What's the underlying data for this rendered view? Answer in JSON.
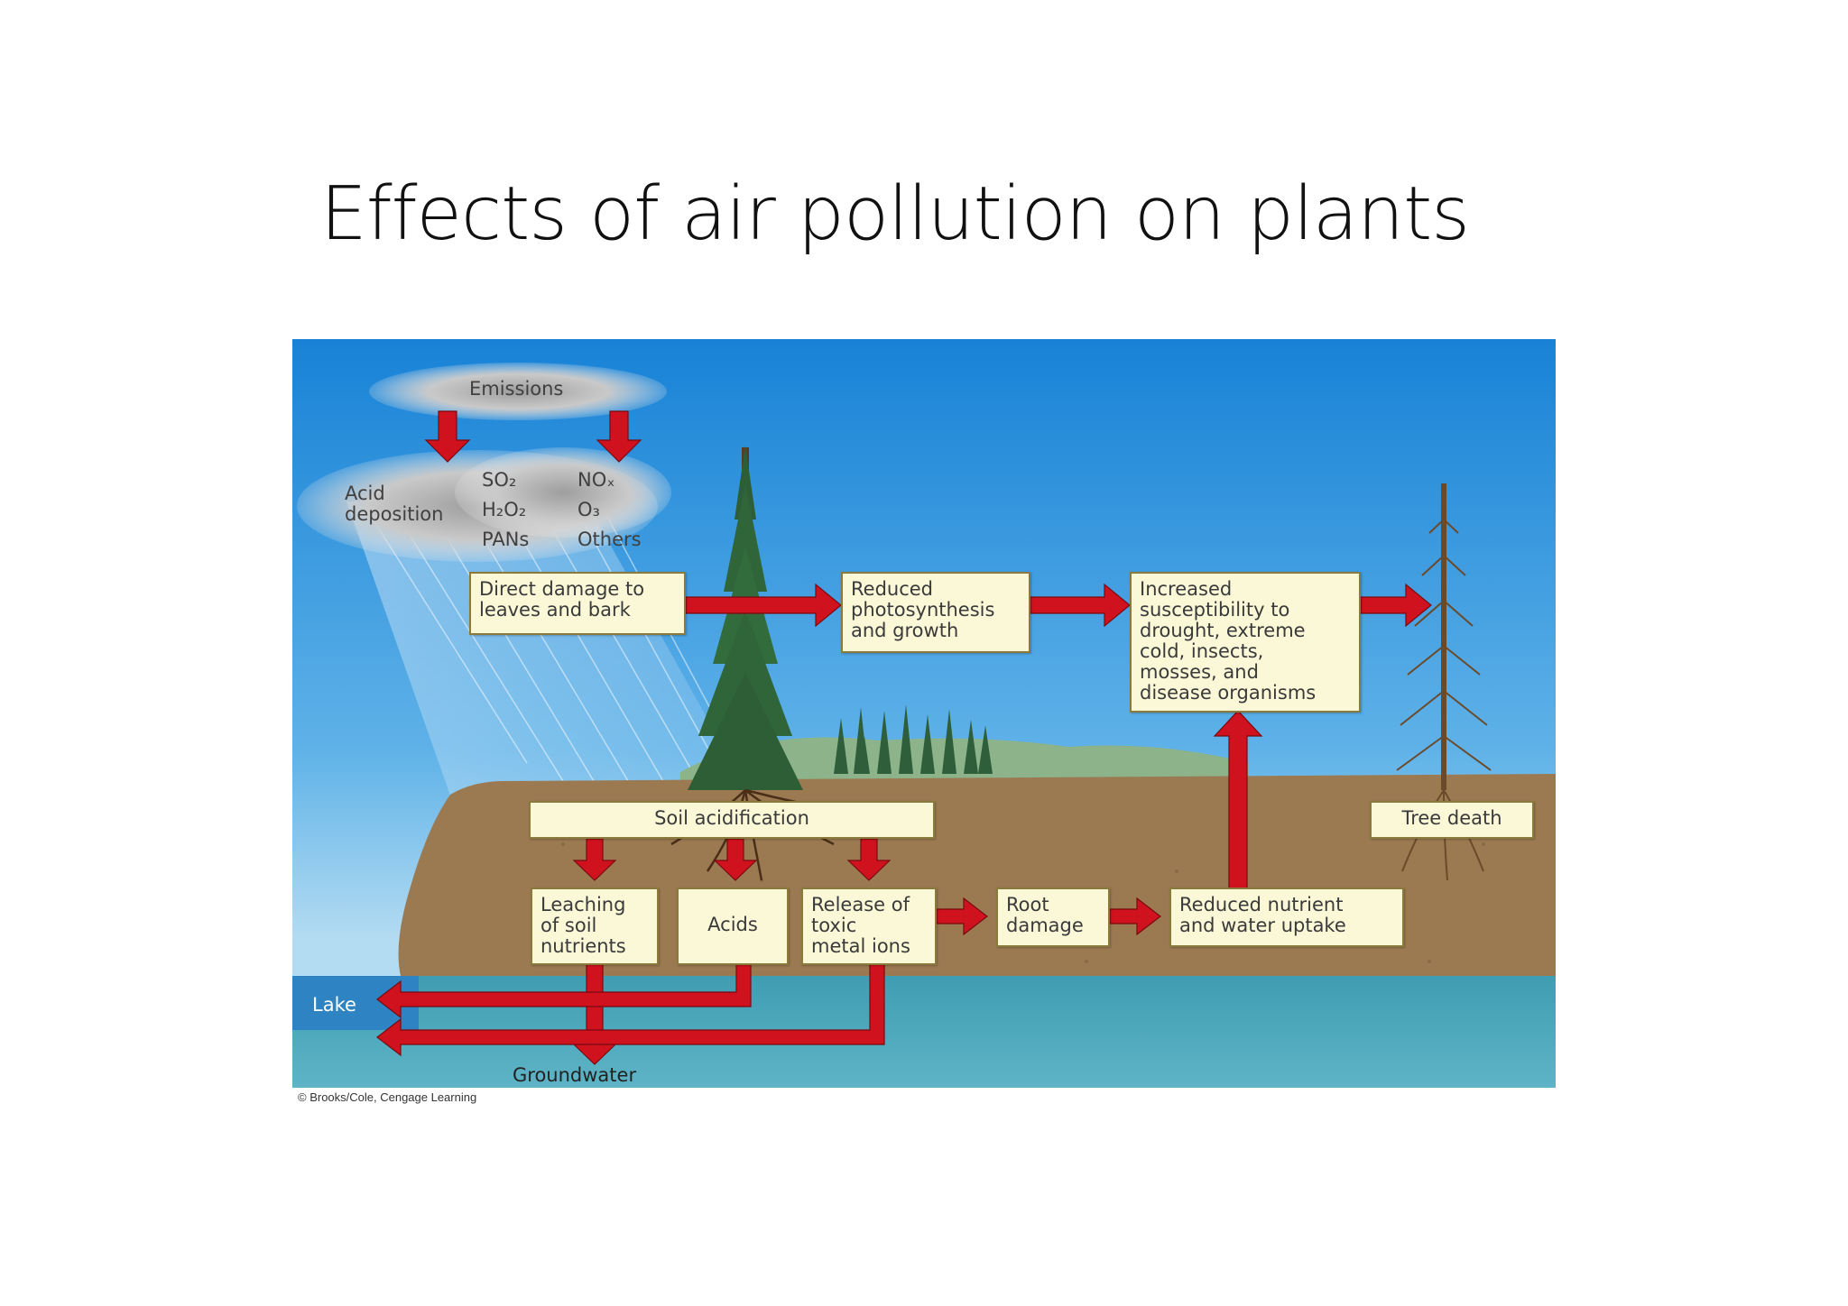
{
  "slide": {
    "title": "Effects of air pollution on plants"
  },
  "diagram": {
    "emissions": "Emissions",
    "acid_deposition": "Acid\ndeposition",
    "pollutants": {
      "col1": "SO₂\nH₂O₂\nPANs",
      "col2": "NOₓ\nO₃\nOthers"
    },
    "boxes": {
      "direct_damage": "Direct damage to\nleaves and bark",
      "reduced_photosynthesis": "Reduced\nphotosynthesis\nand growth",
      "increased_susceptibility": "Increased\nsusceptibility to\ndrought, extreme\ncold, insects,\nmosses, and\ndisease organisms",
      "soil_acidification": "Soil acidification",
      "tree_death": "Tree death",
      "leaching": "Leaching\nof soil\nnutrients",
      "acids": "Acids",
      "release_toxic": "Release of\ntoxic\nmetal ions",
      "root_damage": "Root\ndamage",
      "reduced_nutrient": "Reduced nutrient\nand water uptake"
    },
    "lake": "Lake",
    "groundwater": "Groundwater",
    "credit": "© Brooks/Cole, Cengage Learning",
    "colors": {
      "arrow": "#d0121e",
      "sky_top": "#1b86d8",
      "soil": "#9b7a52",
      "water": "#3d9fb4",
      "box_fill": "#fbf8d8"
    }
  }
}
